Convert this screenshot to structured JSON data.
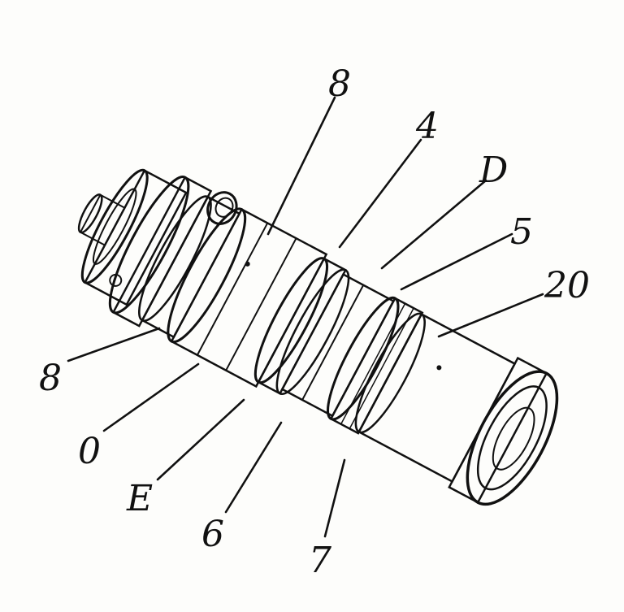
{
  "diagram": {
    "subject": "cylindrical optical lens assembly",
    "ink_color": "#111111",
    "paper_color": "#fdfdfb",
    "callouts": [
      {
        "id": "label-8-top",
        "text": "8"
      },
      {
        "id": "label-4",
        "text": "4"
      },
      {
        "id": "label-d",
        "text": "D"
      },
      {
        "id": "label-5",
        "text": "5"
      },
      {
        "id": "label-20",
        "text": "20"
      },
      {
        "id": "label-8-left",
        "text": "8"
      },
      {
        "id": "label-0",
        "text": "0"
      },
      {
        "id": "label-e",
        "text": "E"
      },
      {
        "id": "label-6",
        "text": "6"
      },
      {
        "id": "label-7",
        "text": "7"
      }
    ]
  }
}
